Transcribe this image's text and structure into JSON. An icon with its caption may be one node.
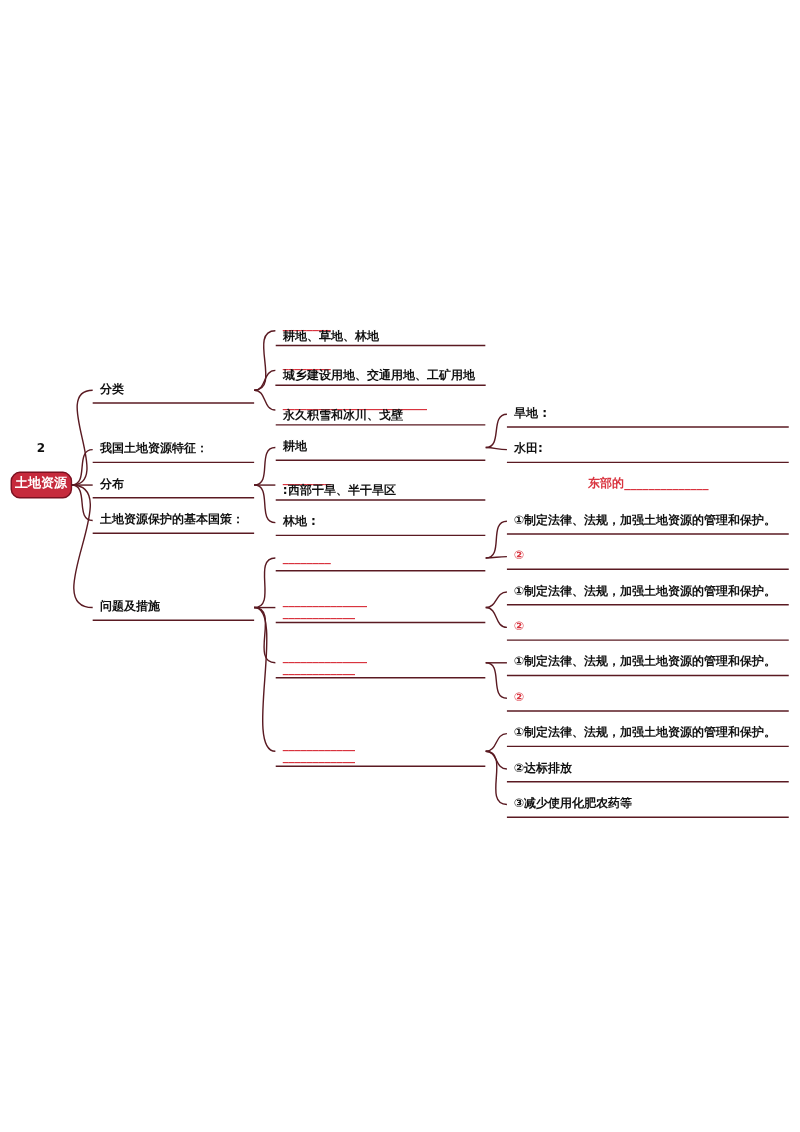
{
  "diagram": {
    "nodes": [
      {
        "text": [
          "土地资源"
        ]
      },
      {
        "text": [
          "分类"
        ]
      },
      {
        "text": [
          "________",
          "耕地、草地、林地"
        ]
      },
      {
        "text": [
          "________",
          "城乡建设用地、交通用地、工矿用地"
        ]
      },
      {
        "text": [
          "________________________",
          "永久积雪和冰川、戈壁"
        ]
      },
      {
        "text": [
          "我国土地资源特征："
        ]
      },
      {
        "text": [
          "分布"
        ]
      },
      {
        "text": [
          "耕地"
        ]
      },
      {
        "text": [
          "旱地 :"
        ]
      },
      {
        "text": [
          "水田:"
        ]
      },
      {
        "text": [
          "________",
          ":西部干旱、半干旱区"
        ]
      },
      {
        "text": [
          "林地 :"
        ]
      },
      {
        "text": [
          "土地资源保护的基本国策："
        ]
      },
      {
        "text": [
          "问题及措施"
        ]
      },
      {
        "text": [
          "________"
        ]
      },
      {
        "text": [
          "①制定法律、法规，加强土地资源的管理和保护。"
        ]
      },
      {
        "text": [
          "②"
        ]
      },
      {
        "text": [
          "______________",
          "____________"
        ]
      },
      {
        "text": [
          "①制定法律、法规，加强土地资源的管理和保护。"
        ]
      },
      {
        "text": [
          "②"
        ]
      },
      {
        "text": [
          "______________",
          "____________"
        ]
      },
      {
        "text": [
          "①制定法律、法规，加强土地资源的管理和保护。"
        ]
      },
      {
        "text": [
          "②"
        ]
      },
      {
        "text": [
          "____________",
          "____________"
        ]
      },
      {
        "text": [
          "①制定法律、法规，加强土地资源的管理和保护。"
        ]
      },
      {
        "text": [
          "②达标排放"
        ]
      },
      {
        "text": [
          "③减少使用化肥农药等"
        ]
      }
    ],
    "edges": [
      {
        "from": 0,
        "to": 1,
        "arrow": "none"
      },
      {
        "from": 1,
        "to": 2,
        "arrow": "none"
      },
      {
        "from": 1,
        "to": 3,
        "arrow": "none"
      },
      {
        "from": 1,
        "to": 4,
        "arrow": "none"
      },
      {
        "from": 0,
        "to": 5,
        "arrow": "none"
      },
      {
        "from": 0,
        "to": 6,
        "arrow": "none"
      },
      {
        "from": 6,
        "to": 7,
        "arrow": "none"
      },
      {
        "from": 7,
        "to": 8,
        "arrow": "none"
      },
      {
        "from": 7,
        "to": 9,
        "arrow": "none"
      },
      {
        "from": 6,
        "to": 10,
        "arrow": "none"
      },
      {
        "from": 6,
        "to": 11,
        "arrow": "none"
      },
      {
        "from": 0,
        "to": 12,
        "arrow": "none"
      },
      {
        "from": 0,
        "to": 13,
        "arrow": "none"
      },
      {
        "from": 13,
        "to": 14,
        "arrow": "none"
      },
      {
        "from": 14,
        "to": 15,
        "arrow": "none"
      },
      {
        "from": 14,
        "to": 16,
        "arrow": "none"
      },
      {
        "from": 13,
        "to": 17,
        "arrow": "none"
      },
      {
        "from": 17,
        "to": 18,
        "arrow": "none"
      },
      {
        "from": 17,
        "to": 19,
        "arrow": "none"
      },
      {
        "from": 13,
        "to": 20,
        "arrow": "none"
      },
      {
        "from": 20,
        "to": 21,
        "arrow": "none"
      },
      {
        "from": 20,
        "to": 22,
        "arrow": "none"
      },
      {
        "from": 13,
        "to": 23,
        "arrow": "none"
      },
      {
        "from": 23,
        "to": 24,
        "arrow": "none"
      },
      {
        "from": 23,
        "to": 25,
        "arrow": "none"
      },
      {
        "from": 23,
        "to": 26,
        "arrow": "none"
      }
    ],
    "labels": [
      "东部的______________",
      "2"
    ]
  }
}
